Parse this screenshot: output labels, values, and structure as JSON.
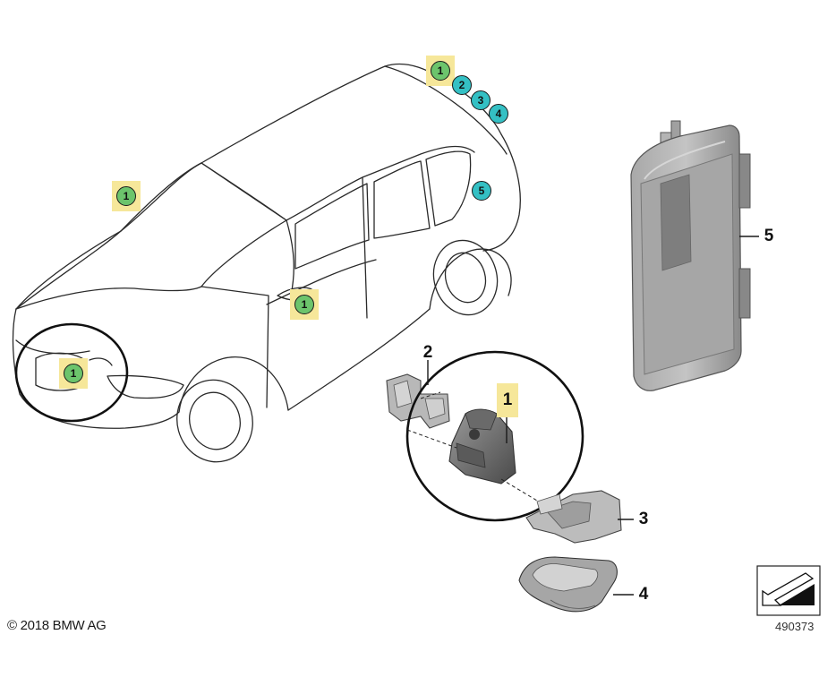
{
  "diagram": {
    "markers": {
      "front_grille": "1",
      "windshield": "1",
      "side_mirror": "1",
      "roof_rear_1": "1",
      "roof_rear_2": "2",
      "roof_rear_3": "3",
      "roof_rear_4": "4",
      "tailgate": "5"
    },
    "callouts": {
      "camera": "1",
      "bracket": "2",
      "holder": "3",
      "cover": "4",
      "control_unit": "5"
    },
    "colors": {
      "marker_green": "#6cc46c",
      "marker_teal": "#34c0c4",
      "highlight_yellow": "#f6e79a",
      "line": "#1a1a1a",
      "part_gray": "#8e8e8e"
    }
  },
  "footer": {
    "copyright": "© 2018 BMW AG",
    "document_number": "490373"
  }
}
